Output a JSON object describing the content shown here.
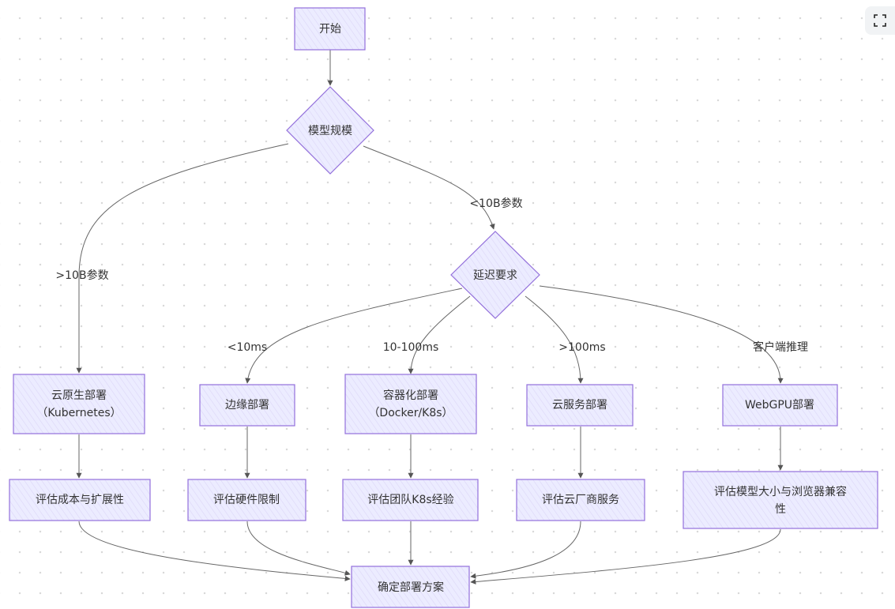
{
  "nodes": {
    "start": "开始",
    "model_size": "模型规模",
    "latency": "延迟要求",
    "cloud_native": [
      "云原生部署",
      "（Kubernetes）"
    ],
    "edge": "边缘部署",
    "container": [
      "容器化部署",
      "（Docker/K8s）"
    ],
    "cloud_service": "云服务部署",
    "webgpu": "WebGPU部署",
    "eval_cost": "评估成本与扩展性",
    "eval_hw": "评估硬件限制",
    "eval_team": "评估团队K8s经验",
    "eval_vendor": "评估云厂商服务",
    "eval_browser": [
      "评估模型大小与浏览器兼容",
      "性"
    ],
    "final": "确定部署方案"
  },
  "edges": {
    "gt10b": ">10B参数",
    "lt10b": "<10B参数",
    "lt10ms": "<10ms",
    "ms10_100": "10-100ms",
    "gt100ms": ">100ms",
    "client": "客户端推理"
  },
  "colors": {
    "node_fill": "#ECECFF",
    "node_stroke": "#9370DB",
    "edge": "#555555"
  },
  "toolbar": {
    "fullscreen_icon": "fullscreen-icon"
  }
}
